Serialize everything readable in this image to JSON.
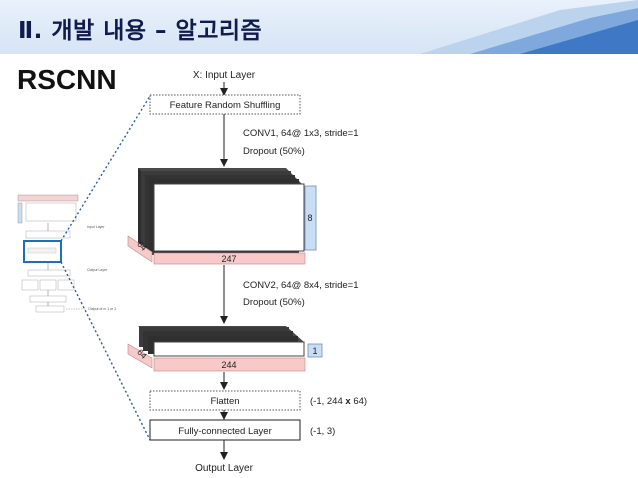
{
  "header": {
    "title": "Ⅱ. 개발 내용 – 알고리즘"
  },
  "slide": {
    "title": "RSCNN"
  },
  "diagram": {
    "input_label": "X: Input Layer",
    "shuffle_box": "Feature Random Shuffling",
    "conv1": {
      "line1": "CONV1, 64@ 1x3, stride=1",
      "line2": "Dropout (50%)",
      "depth": "64",
      "width": "247",
      "height": "8"
    },
    "conv2": {
      "line1": "CONV2, 64@ 8x4, stride=1",
      "line2": "Dropout (50%)",
      "depth": "64",
      "width": "244",
      "height": "1"
    },
    "flatten": {
      "label": "Flatten",
      "shape_prefix": "(-1, 244 ",
      "shape_x": "x",
      "shape_suffix": " 64)"
    },
    "fc": {
      "label": "Fully-connected Layer",
      "shape": "(-1, 3)"
    },
    "output_label": "Output Layer"
  },
  "thumbnail": {
    "label_input": "Input Layer",
    "label_output": "Output Layer",
    "label_bottom": "Output of m 1 or 2"
  },
  "colors": {
    "header_text": "#0f1c4d",
    "pink_bar": "#f7c9c9",
    "blue_bar": "#c9ddf4",
    "dark_filter": "#3b3b3b",
    "dotted_connector": "#1f5fb0",
    "thumb_highlight": "#1f6fb8"
  }
}
